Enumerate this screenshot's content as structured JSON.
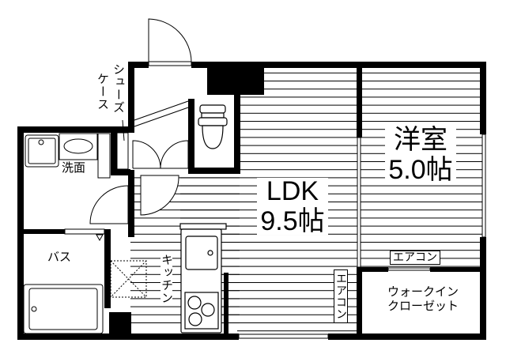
{
  "floor_plan": {
    "rooms": {
      "ldk": {
        "name": "LDK",
        "size": "9.5帖"
      },
      "western_room": {
        "name": "洋室",
        "size": "5.0帖"
      },
      "washroom": {
        "name": "洗面"
      },
      "bath": {
        "name": "バス"
      },
      "kitchen": {
        "name": "キッチン"
      },
      "walk_in_closet": {
        "line1": "ウォークイン",
        "line2": "クローゼット"
      },
      "shoe_case": {
        "line1": "シューズ",
        "line2": "ケース"
      }
    },
    "fixtures": {
      "aircon_western": "エアコン",
      "aircon_ldk": "エアコン"
    },
    "colors": {
      "wall": "#000000",
      "floor_lines": "#000000",
      "background": "#ffffff"
    }
  }
}
